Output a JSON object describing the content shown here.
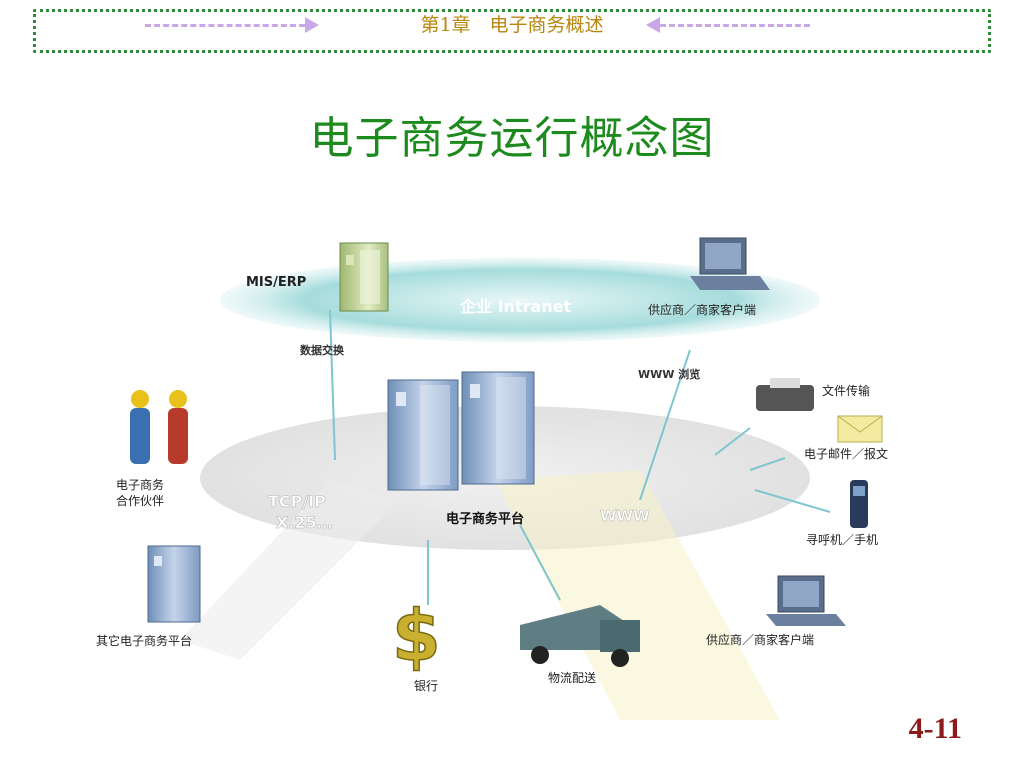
{
  "header": {
    "chapter_title": "第1章　电子商务概述"
  },
  "slide": {
    "title": "电子商务运行概念图",
    "page_number": "4-11"
  },
  "diagram": {
    "intranet_label": "企业 Intranet",
    "mis_erp": "MIS/ERP",
    "data_exchange": "数据交换",
    "www_browse": "WWW 浏览",
    "supplier_client_top": "供应商／商家客户端",
    "partner_line1": "电子商务",
    "partner_line2": "合作伙伴",
    "tcpip_line1": "TCP/IP",
    "tcpip_line2": "X.25…",
    "platform": "电子商务平台",
    "www": "WWW",
    "fax": "文件传输",
    "email": "电子邮件／报文",
    "pager": "寻呼机／手机",
    "supplier_client_bottom": "供应商／商家客户端",
    "other_platform": "其它电子商务平台",
    "bank": "银行",
    "logistics": "物流配送"
  },
  "colors": {
    "title_green": "#1d8a1d",
    "header_gold": "#b8860b",
    "page_red": "#8b1a1a"
  }
}
